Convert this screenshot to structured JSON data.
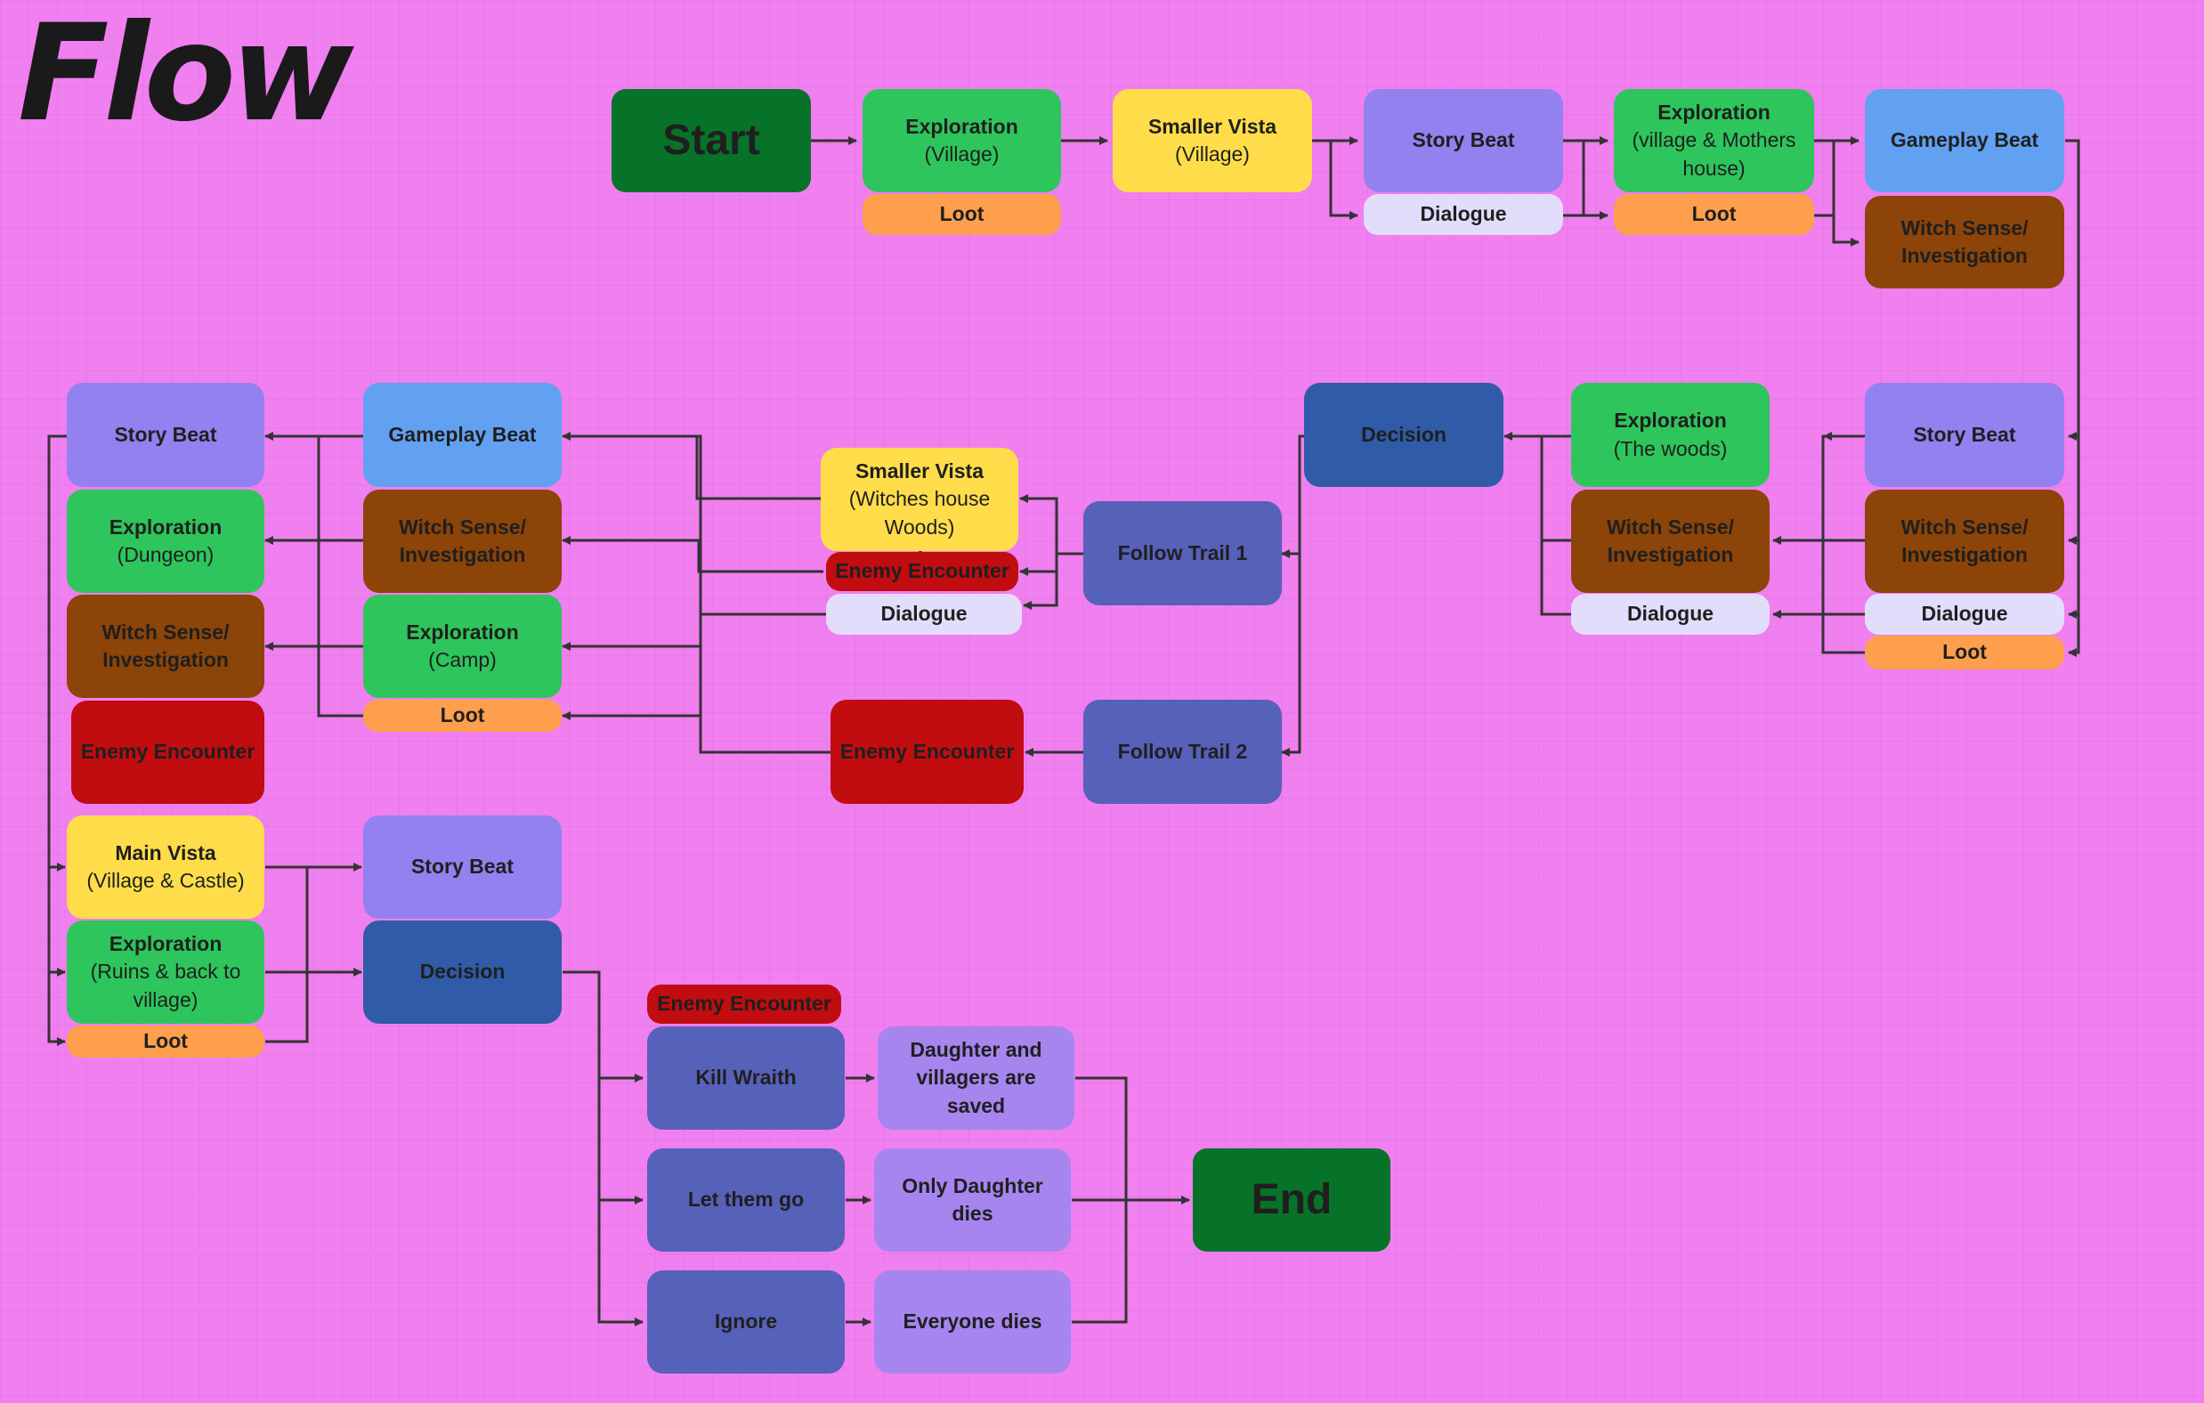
{
  "title": "Flow",
  "colors": {
    "background": "#f07ff0",
    "exploration": "#2ec55c",
    "vista": "#ffdd4a",
    "story_beat": "#9281ef",
    "gameplay_beat": "#62a1f2",
    "loot": "#fd9f4c",
    "dialogue": "#e2ddfb",
    "witch_sense": "#8c4408",
    "enemy": "#c10c10",
    "decision": "#2f5ba8",
    "follow_trail": "#5661ba",
    "outcome": "#a685ef",
    "start_end": "#077328"
  },
  "nodes": {
    "start": {
      "label": "Start"
    },
    "exploration_village": {
      "title": "Exploration",
      "sub": "(Village)"
    },
    "loot_1": {
      "label": "Loot"
    },
    "smaller_vista_village": {
      "title": "Smaller Vista",
      "sub": "(Village)"
    },
    "story_beat_1": {
      "label": "Story Beat"
    },
    "dialogue_1": {
      "label": "Dialogue"
    },
    "exploration_mothers_house": {
      "title": "Exploration",
      "sub": "(village & Mothers\nhouse)"
    },
    "loot_2": {
      "label": "Loot"
    },
    "gameplay_beat_1": {
      "label": "Gameplay Beat"
    },
    "witch_sense_1": {
      "label": "Witch Sense/\nInvestigation"
    },
    "story_beat_2": {
      "label": "Story Beat"
    },
    "witch_sense_2": {
      "label": "Witch Sense/\nInvestigation"
    },
    "dialogue_2": {
      "label": "Dialogue"
    },
    "loot_3": {
      "label": "Loot"
    },
    "exploration_woods": {
      "title": "Exploration",
      "sub": "(The woods)"
    },
    "witch_sense_3": {
      "label": "Witch Sense/\nInvestigation"
    },
    "dialogue_3": {
      "label": "Dialogue"
    },
    "decision_1": {
      "label": "Decision"
    },
    "follow_trail_1": {
      "label": "Follow Trail 1"
    },
    "follow_trail_2": {
      "label": "Follow Trail 2"
    },
    "smaller_vista_witches": {
      "title": "Smaller Vista",
      "sub": "(Witches house\nWoods)"
    },
    "enemy_encounter_1": {
      "label": "Enemy Encounter"
    },
    "dialogue_4": {
      "label": "Dialogue"
    },
    "enemy_encounter_2": {
      "label": "Enemy Encounter"
    },
    "gameplay_beat_2": {
      "label": "Gameplay Beat"
    },
    "witch_sense_4": {
      "label": "Witch Sense/\nInvestigation"
    },
    "exploration_camp": {
      "title": "Exploration",
      "sub": "(Camp)"
    },
    "loot_4": {
      "label": "Loot"
    },
    "story_beat_3": {
      "label": "Story Beat"
    },
    "exploration_dungeon": {
      "title": "Exploration",
      "sub": "(Dungeon)"
    },
    "witch_sense_5": {
      "label": "Witch Sense/\nInvestigation"
    },
    "enemy_encounter_3": {
      "label": "Enemy Encounter"
    },
    "main_vista": {
      "title": "Main Vista",
      "sub": "(Village & Castle)"
    },
    "exploration_ruins": {
      "title": "Exploration",
      "sub": "(Ruins & back to\nvillage)"
    },
    "loot_5": {
      "label": "Loot"
    },
    "story_beat_4": {
      "label": "Story Beat"
    },
    "decision_2": {
      "label": "Decision"
    },
    "enemy_encounter_4": {
      "label": "Enemy Encounter"
    },
    "kill_wraith": {
      "label": "Kill Wraith"
    },
    "let_them_go": {
      "label": "Let them go"
    },
    "ignore": {
      "label": "Ignore"
    },
    "outcome_saved": {
      "label": "Daughter and\nvillagers are\nsaved"
    },
    "outcome_daughter_dies": {
      "label": "Only Daughter\ndies"
    },
    "outcome_everyone_dies": {
      "label": "Everyone dies"
    },
    "end": {
      "label": "End"
    }
  }
}
